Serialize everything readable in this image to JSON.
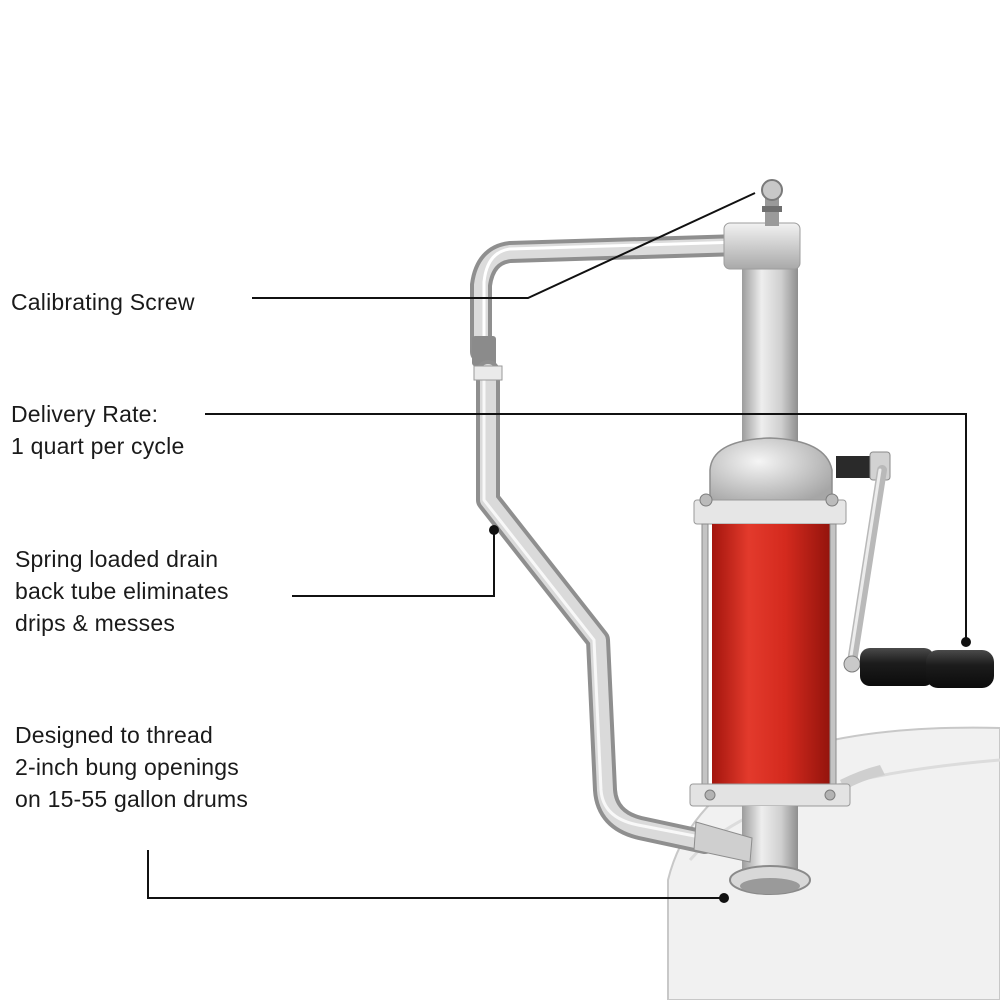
{
  "callouts": {
    "calibrating_screw": {
      "lines": [
        "Calibrating Screw"
      ]
    },
    "delivery_rate": {
      "lines": [
        "Delivery Rate:",
        "1 quart per cycle"
      ]
    },
    "drain_back_tube": {
      "lines": [
        "Spring loaded drain",
        "back tube eliminates",
        "drips & messes"
      ]
    },
    "bung_thread": {
      "lines": [
        "Designed to thread",
        "2-inch bung openings",
        "on 15-55 gallon drums"
      ]
    }
  },
  "colors": {
    "cylinder_red": "#d42a1e",
    "aluminum": "#d6d6d6",
    "leader_line": "#111111",
    "handle_grip": "#1c1c1c"
  },
  "icons": [
    "calibrating-screw-icon",
    "crank-handle-icon",
    "drum-icon"
  ]
}
